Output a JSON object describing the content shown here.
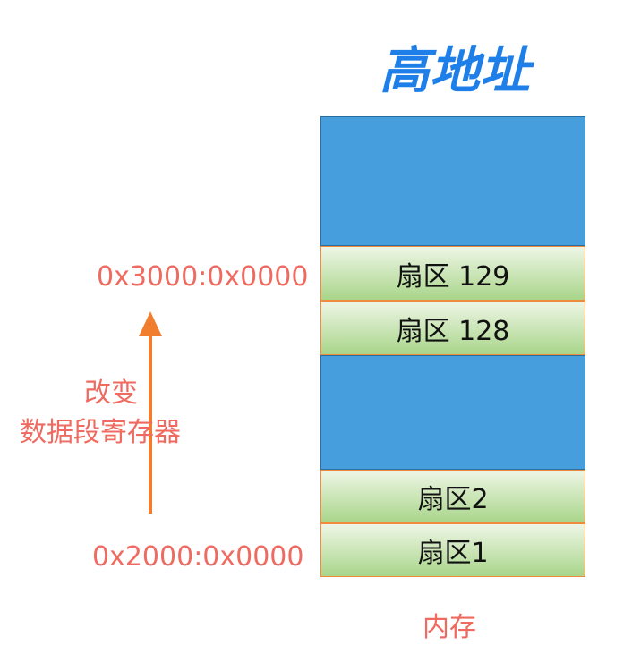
{
  "title": "高地址",
  "memory": {
    "sectors": {
      "s129": "扇区 129",
      "s128": "扇区 128",
      "s2": "扇区2",
      "s1": "扇区1"
    },
    "caption": "内存"
  },
  "addresses": {
    "high": "0x3000:0x0000",
    "low": "0x2000:0x0000"
  },
  "arrow_label": {
    "line1": "改变",
    "line2": "数据段寄存器"
  },
  "colors": {
    "title": "#1f7fe8",
    "block_blue": "#469fdc",
    "sector_border": "#f08a3c",
    "label_red": "#ef6b61",
    "arrow": "#f07e2e"
  }
}
